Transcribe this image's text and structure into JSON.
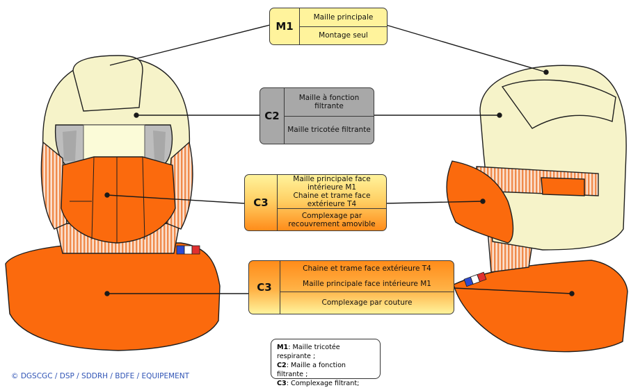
{
  "boxes": [
    {
      "code": "M1",
      "lines": [
        "Maille principale",
        "Montage seul"
      ],
      "color": "#fff39c"
    },
    {
      "code": "C2",
      "lines": [
        "Maille à fonction filtrante",
        "Maille tricotée filtrante"
      ],
      "color": "#a8a8a8"
    },
    {
      "code": "C3",
      "lines": [
        "Maille principale face intérieure M1",
        "Chaine et trame face extérieure T4",
        "Complexage par recouvrement amovible"
      ],
      "color": "#ff8c1a"
    },
    {
      "code": "C3",
      "lines": [
        "Chaine et trame face extérieure T4",
        "Maille principale face intérieure M1",
        "Complexage par couture"
      ],
      "color": "#ff8c1a"
    }
  ],
  "legend": [
    {
      "code": "M1",
      "text": ": Maille tricotée respirante ;"
    },
    {
      "code": "C2",
      "text": ": Maille a fonction filtrante ;"
    },
    {
      "code": "C3",
      "text": ": Complexage filtrant;"
    }
  ],
  "credit": "© DGSCGC / DSP / SDDRH / BDFE / EQUIPEMENT",
  "colors": {
    "cream": "#f6f3c9",
    "orange": "#fb6a0d",
    "gray": "#bdbdbd",
    "stripe": "#f4a780"
  }
}
